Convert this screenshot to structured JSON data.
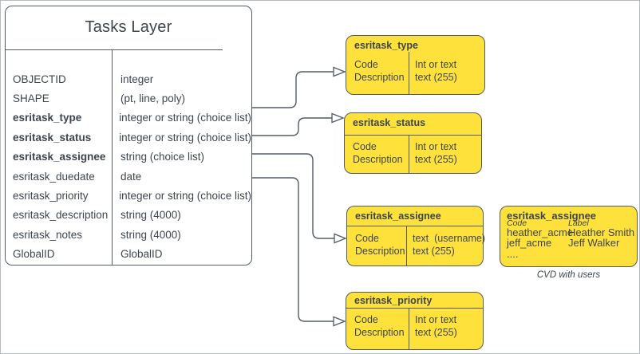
{
  "colors": {
    "accent_yellow": "#ffe13c",
    "line": "#525c66",
    "text": "#3d4650"
  },
  "tasks_table": {
    "title": "Tasks Layer",
    "rows": [
      {
        "name": "OBJECTID",
        "type": "integer"
      },
      {
        "name": "SHAPE",
        "type": "(pt, line, poly)"
      },
      {
        "name": "esritask_type",
        "type": "integer or string (choice list)"
      },
      {
        "name": "esritask_status",
        "type": "integer or string (choice list)"
      },
      {
        "name": "esritask_assignee",
        "type": "string (choice list)"
      },
      {
        "name": "esritask_duedate",
        "type": "date"
      },
      {
        "name": "esritask_priority",
        "type": "integer or string (choice list)"
      },
      {
        "name": "esritask_description",
        "type": "string (4000)"
      },
      {
        "name": "esritask_notes",
        "type": "string (4000)"
      },
      {
        "name": "GlobalID",
        "type": "GlobalID"
      }
    ]
  },
  "domain_boxes": [
    {
      "title": "esritask_type",
      "fields": [
        "Code",
        "Description"
      ],
      "types": [
        "Int or text",
        "text (255)"
      ]
    },
    {
      "title": "esritask_status",
      "fields": [
        "Code",
        "Description"
      ],
      "types": [
        "Int or text",
        "text (255)"
      ]
    },
    {
      "title": "esritask_assignee",
      "fields": [
        "Code",
        "Description"
      ],
      "types": [
        "text  (username)",
        "text (255)"
      ]
    },
    {
      "title": "esritask_priority",
      "fields": [
        "Code",
        "Description"
      ],
      "types": [
        "Int or text",
        "text (255)"
      ]
    }
  ],
  "cvd_box": {
    "title": "esritask_assignee",
    "col_headers": [
      "Code",
      "Label"
    ],
    "entries": [
      {
        "code": "heather_acme",
        "label": "Heather Smith"
      },
      {
        "code": "jeff_acme",
        "label": "Jeff Walker"
      },
      {
        "code": "....",
        "label": ""
      }
    ],
    "caption": "CVD with users"
  }
}
